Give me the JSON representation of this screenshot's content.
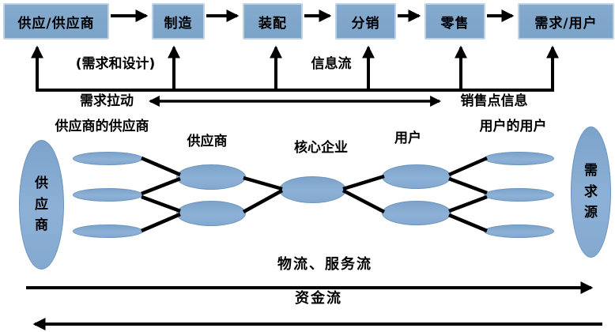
{
  "process_chain": {
    "nodes": [
      {
        "label": "供应/供应商"
      },
      {
        "label": "制造"
      },
      {
        "label": "装配"
      },
      {
        "label": "分销"
      },
      {
        "label": "零售"
      },
      {
        "label": "需求/用户"
      }
    ],
    "feedback": {
      "demand_design": "(需求和设计)",
      "info_flow": "信息流",
      "demand_pull": "需求拉动",
      "pos_info": "销售点信息"
    }
  },
  "network": {
    "left_source": {
      "label": "供应商"
    },
    "right_sink": {
      "label": "需求源"
    },
    "tier_labels": [
      "供应商的供应商",
      "供应商",
      "核心企业",
      "用户",
      "用户的用户"
    ]
  },
  "flows": {
    "logistics": "物流、服务流",
    "funds": "资金流"
  },
  "colors": {
    "node_fill": "#7ea6ca",
    "node_border": "#bed2e6",
    "ellipse_fill": "#86abd1",
    "line": "#000000"
  }
}
